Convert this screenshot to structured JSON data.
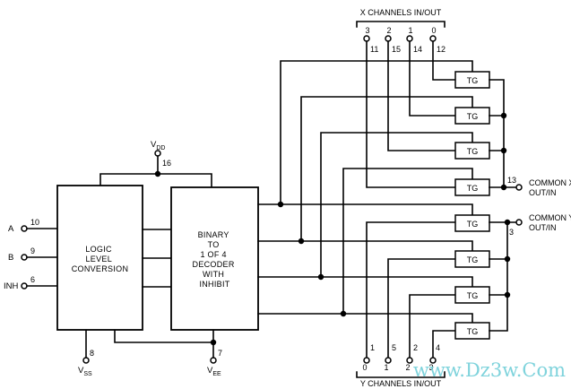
{
  "header": {
    "x_channels": "X CHANNELS IN/OUT"
  },
  "footer": {
    "y_channels": "Y CHANNELS IN/OUT"
  },
  "power": {
    "vdd": {
      "label": "V",
      "sub": "DD",
      "pin": "16"
    },
    "vss": {
      "label": "V",
      "sub": "SS",
      "pin": "8"
    },
    "vee": {
      "label": "V",
      "sub": "EE",
      "pin": "7"
    }
  },
  "inputs": [
    {
      "name": "A",
      "pin": "10"
    },
    {
      "name": "B",
      "pin": "9"
    },
    {
      "name": "INH",
      "pin": "6"
    }
  ],
  "blocks": {
    "logic": [
      "LOGIC",
      "LEVEL",
      "CONVERSION"
    ],
    "decoder": [
      "BINARY",
      "TO",
      "1 OF 4",
      "DECODER",
      "WITH",
      "INHIBIT"
    ]
  },
  "x_channels": [
    {
      "channel": "3",
      "pin": "11"
    },
    {
      "channel": "2",
      "pin": "15"
    },
    {
      "channel": "1",
      "pin": "14"
    },
    {
      "channel": "0",
      "pin": "12"
    }
  ],
  "y_channels": [
    {
      "channel": "0",
      "pin": "1"
    },
    {
      "channel": "1",
      "pin": "5"
    },
    {
      "channel": "2",
      "pin": "2"
    },
    {
      "channel": "3",
      "pin": "4"
    }
  ],
  "gates": {
    "label": "TG",
    "count": 8
  },
  "outputs": {
    "x": {
      "line1": "COMMON X",
      "line2": "OUT/IN",
      "pin": "13"
    },
    "y": {
      "line1": "COMMON Y",
      "line2": "OUT/IN",
      "pin": "3"
    }
  },
  "watermark": "www.Dz3w.Com"
}
